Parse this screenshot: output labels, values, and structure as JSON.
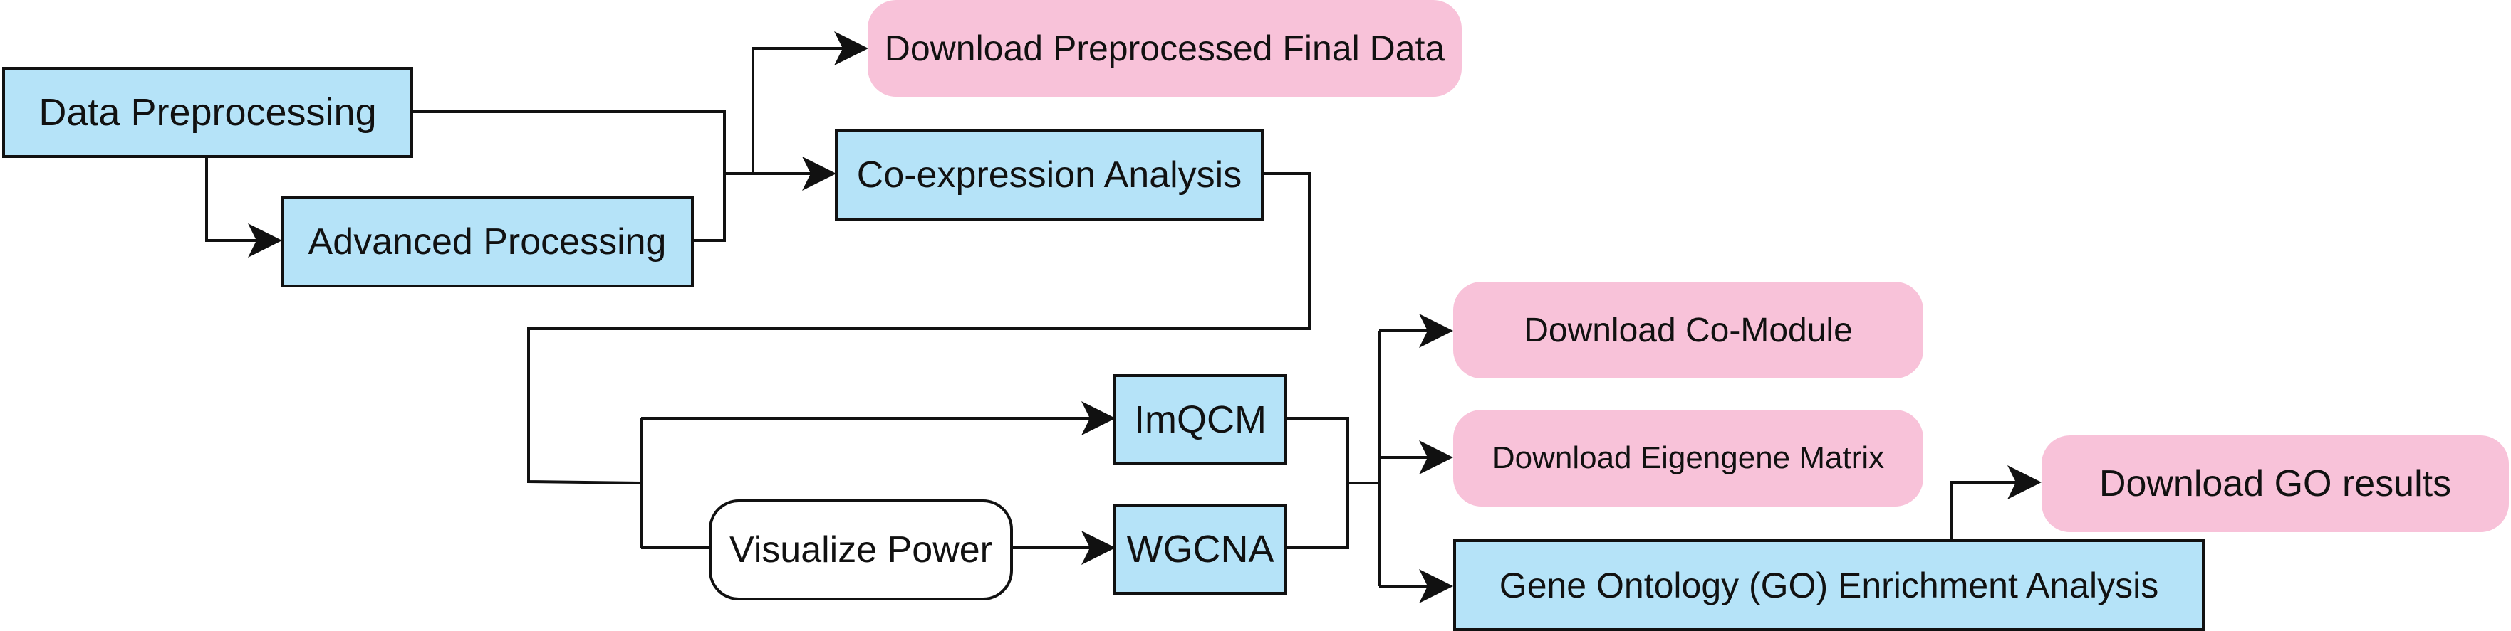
{
  "nodes": {
    "data_preprocessing": "Data Preprocessing",
    "advanced_processing": "Advanced Processing",
    "download_preprocessed": "Download Preprocessed Final Data",
    "coexpression": "Co-expression Analysis",
    "imqcm": "ImQCM",
    "wgcna": "WGCNA",
    "visualize_power": "Visualize Power",
    "download_comodule": "Download Co-Module",
    "download_eigengene": "Download Eigengene Matrix",
    "go_enrichment": "Gene Ontology (GO) Enrichment Analysis",
    "download_go": "Download GO results"
  },
  "colors": {
    "process_fill": "#b5e3f8",
    "download_fill": "#f8c2d9",
    "line": "#111111"
  }
}
